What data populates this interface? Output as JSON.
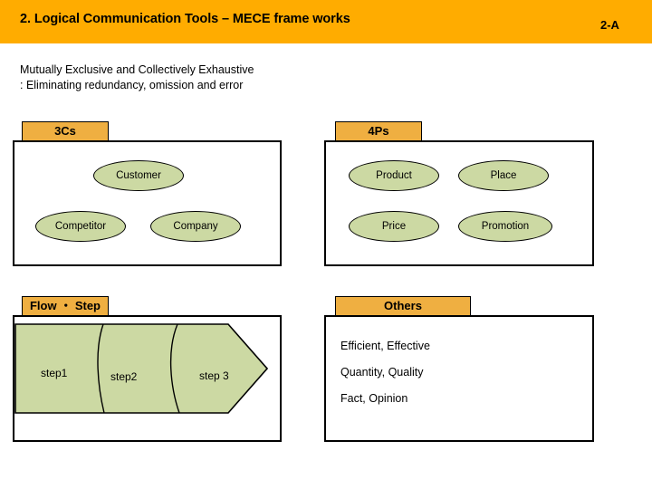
{
  "header": {
    "title": "2. Logical Communication Tools – MECE frame works",
    "page_label": "2-A",
    "background_color": "#FFAC00"
  },
  "subtitle": {
    "line1": "Mutually Exclusive and Collectively Exhaustive",
    "line2": ": Eliminating redundancy, omission and error"
  },
  "colors": {
    "tab_fill": "#EFAF41",
    "ellipse_fill": "#CCD9A3",
    "flow_fill": "#CCD9A3",
    "outline": "#000000"
  },
  "panels": {
    "three_cs": {
      "tab_label": "3Cs",
      "items": [
        {
          "label": "Customer"
        },
        {
          "label": "Competitor"
        },
        {
          "label": "Company"
        }
      ]
    },
    "four_ps": {
      "tab_label": "4Ps",
      "items": [
        {
          "label": "Product"
        },
        {
          "label": "Place"
        },
        {
          "label": "Price"
        },
        {
          "label": "Promotion"
        }
      ]
    },
    "flow_step": {
      "tab_label": "Flow ・ Step",
      "steps": [
        {
          "label": "step1"
        },
        {
          "label": "step2"
        },
        {
          "label": "step 3"
        }
      ]
    },
    "others": {
      "tab_label": "Others",
      "lines": [
        "Efficient, Effective",
        "Quantity, Quality",
        "Fact, Opinion"
      ]
    }
  }
}
